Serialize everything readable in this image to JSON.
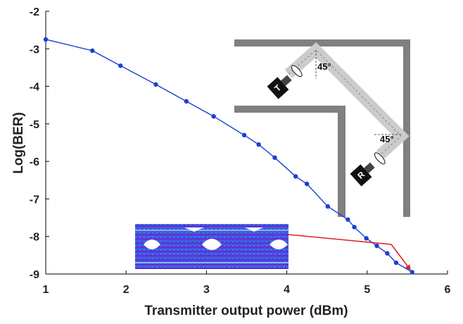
{
  "chart_data": {
    "type": "line",
    "xlabel": "Transmitter output power (dBm)",
    "ylabel": "Log(BER)",
    "xlim": [
      1,
      6
    ],
    "ylim": [
      -9,
      -2
    ],
    "xticks": [
      "1",
      "2",
      "3",
      "4",
      "5",
      "6"
    ],
    "yticks": [
      "-2",
      "-3",
      "-4",
      "-5",
      "-6",
      "-7",
      "-8",
      "-9"
    ],
    "grid": false,
    "color": "#1a3fd6",
    "arrow_color": "#e02020",
    "series": [
      {
        "x": [
          1.0,
          1.58,
          1.93,
          2.37,
          2.75,
          3.09,
          3.47,
          3.65,
          3.85,
          4.11,
          4.25,
          4.51,
          4.76,
          4.84,
          4.99,
          5.12,
          5.25,
          5.36,
          5.56
        ],
        "y": [
          -2.75,
          -3.05,
          -3.45,
          -3.95,
          -4.4,
          -4.8,
          -5.3,
          -5.55,
          -5.9,
          -6.4,
          -6.6,
          -7.2,
          -7.55,
          -7.75,
          -8.05,
          -8.25,
          -8.45,
          -8.7,
          -8.95
        ]
      }
    ],
    "inset": {
      "angle_top": "45°",
      "angle_bottom": "45°",
      "transmitter": "T",
      "receiver": "R"
    }
  }
}
